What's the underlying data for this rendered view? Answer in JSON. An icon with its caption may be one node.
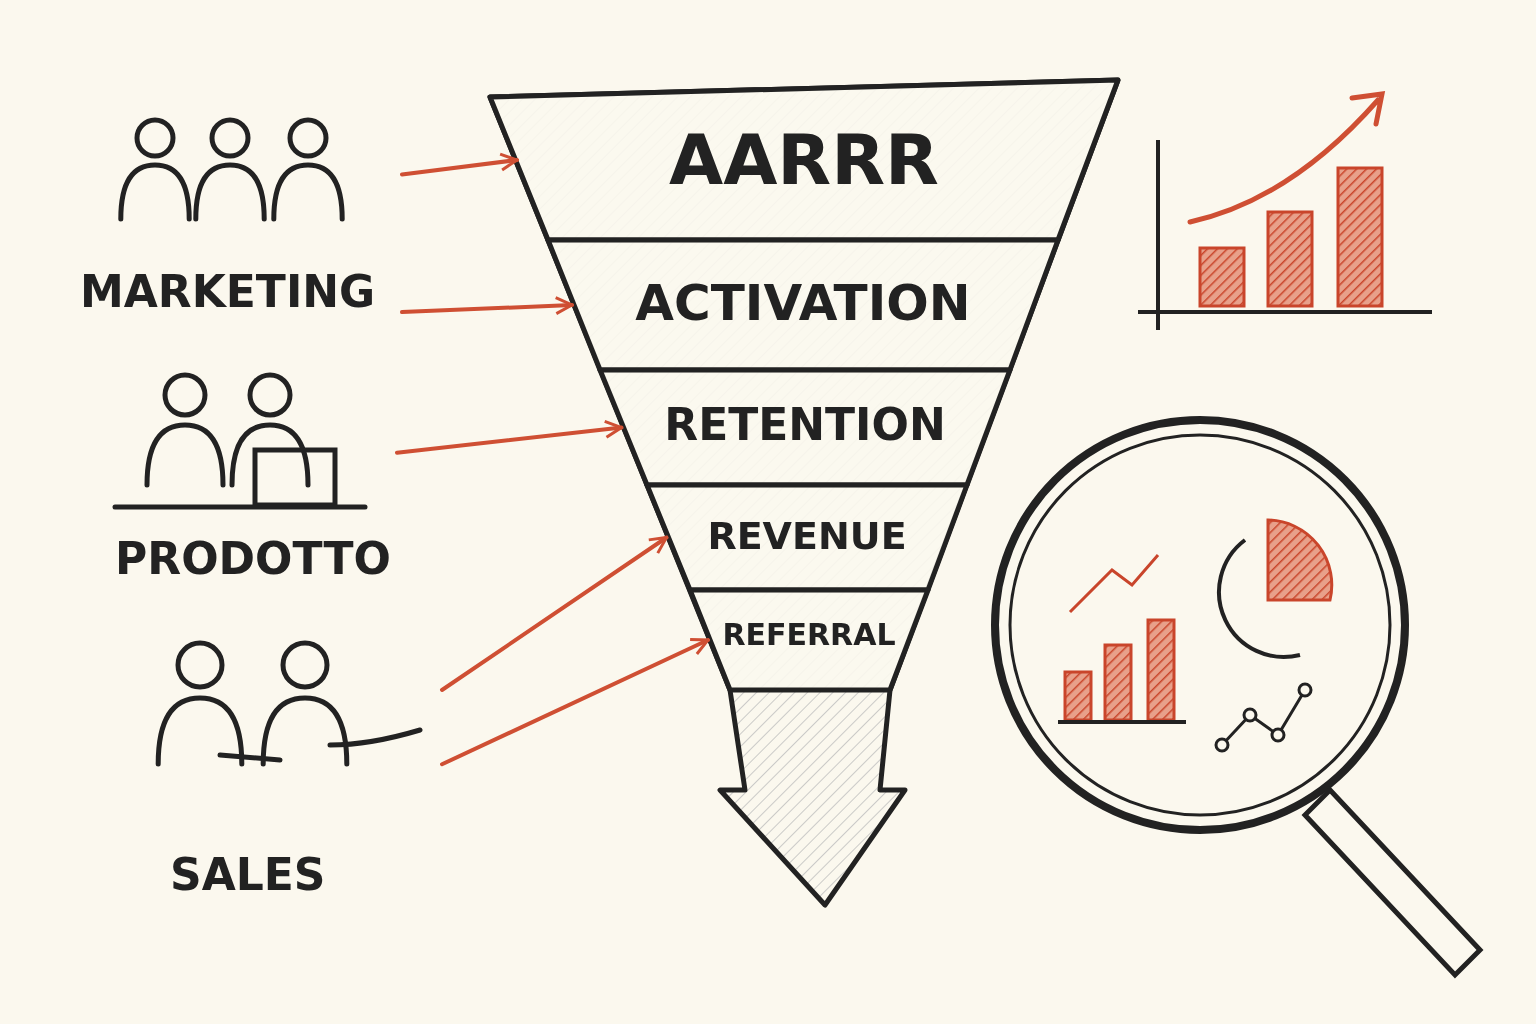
{
  "diagram": {
    "nodes": [
      {
        "text": [
          "MARKETING"
        ]
      },
      {
        "text": [
          "PRODOTTO"
        ]
      },
      {
        "text": [
          "SALES"
        ]
      },
      {
        "text": [],
        "shape": "funnel"
      },
      {
        "text": [
          "AARRR"
        ],
        "in": 3
      },
      {
        "text": [
          "ACTIVATION"
        ],
        "in": 3
      },
      {
        "text": [
          "RETENTION"
        ],
        "in": 3
      },
      {
        "text": [
          "REVENUE"
        ],
        "in": 3
      },
      {
        "text": [
          "REFERRAL"
        ],
        "in": 3
      }
    ],
    "edges": [
      {
        "from": 0,
        "to": 4,
        "arrow": "to"
      },
      {
        "from": 0,
        "to": 5,
        "arrow": "to"
      },
      {
        "from": 1,
        "to": 6,
        "arrow": "to"
      },
      {
        "from": 2,
        "to": 7,
        "arrow": "to"
      },
      {
        "from": 2,
        "to": 8,
        "arrow": "to"
      }
    ]
  }
}
